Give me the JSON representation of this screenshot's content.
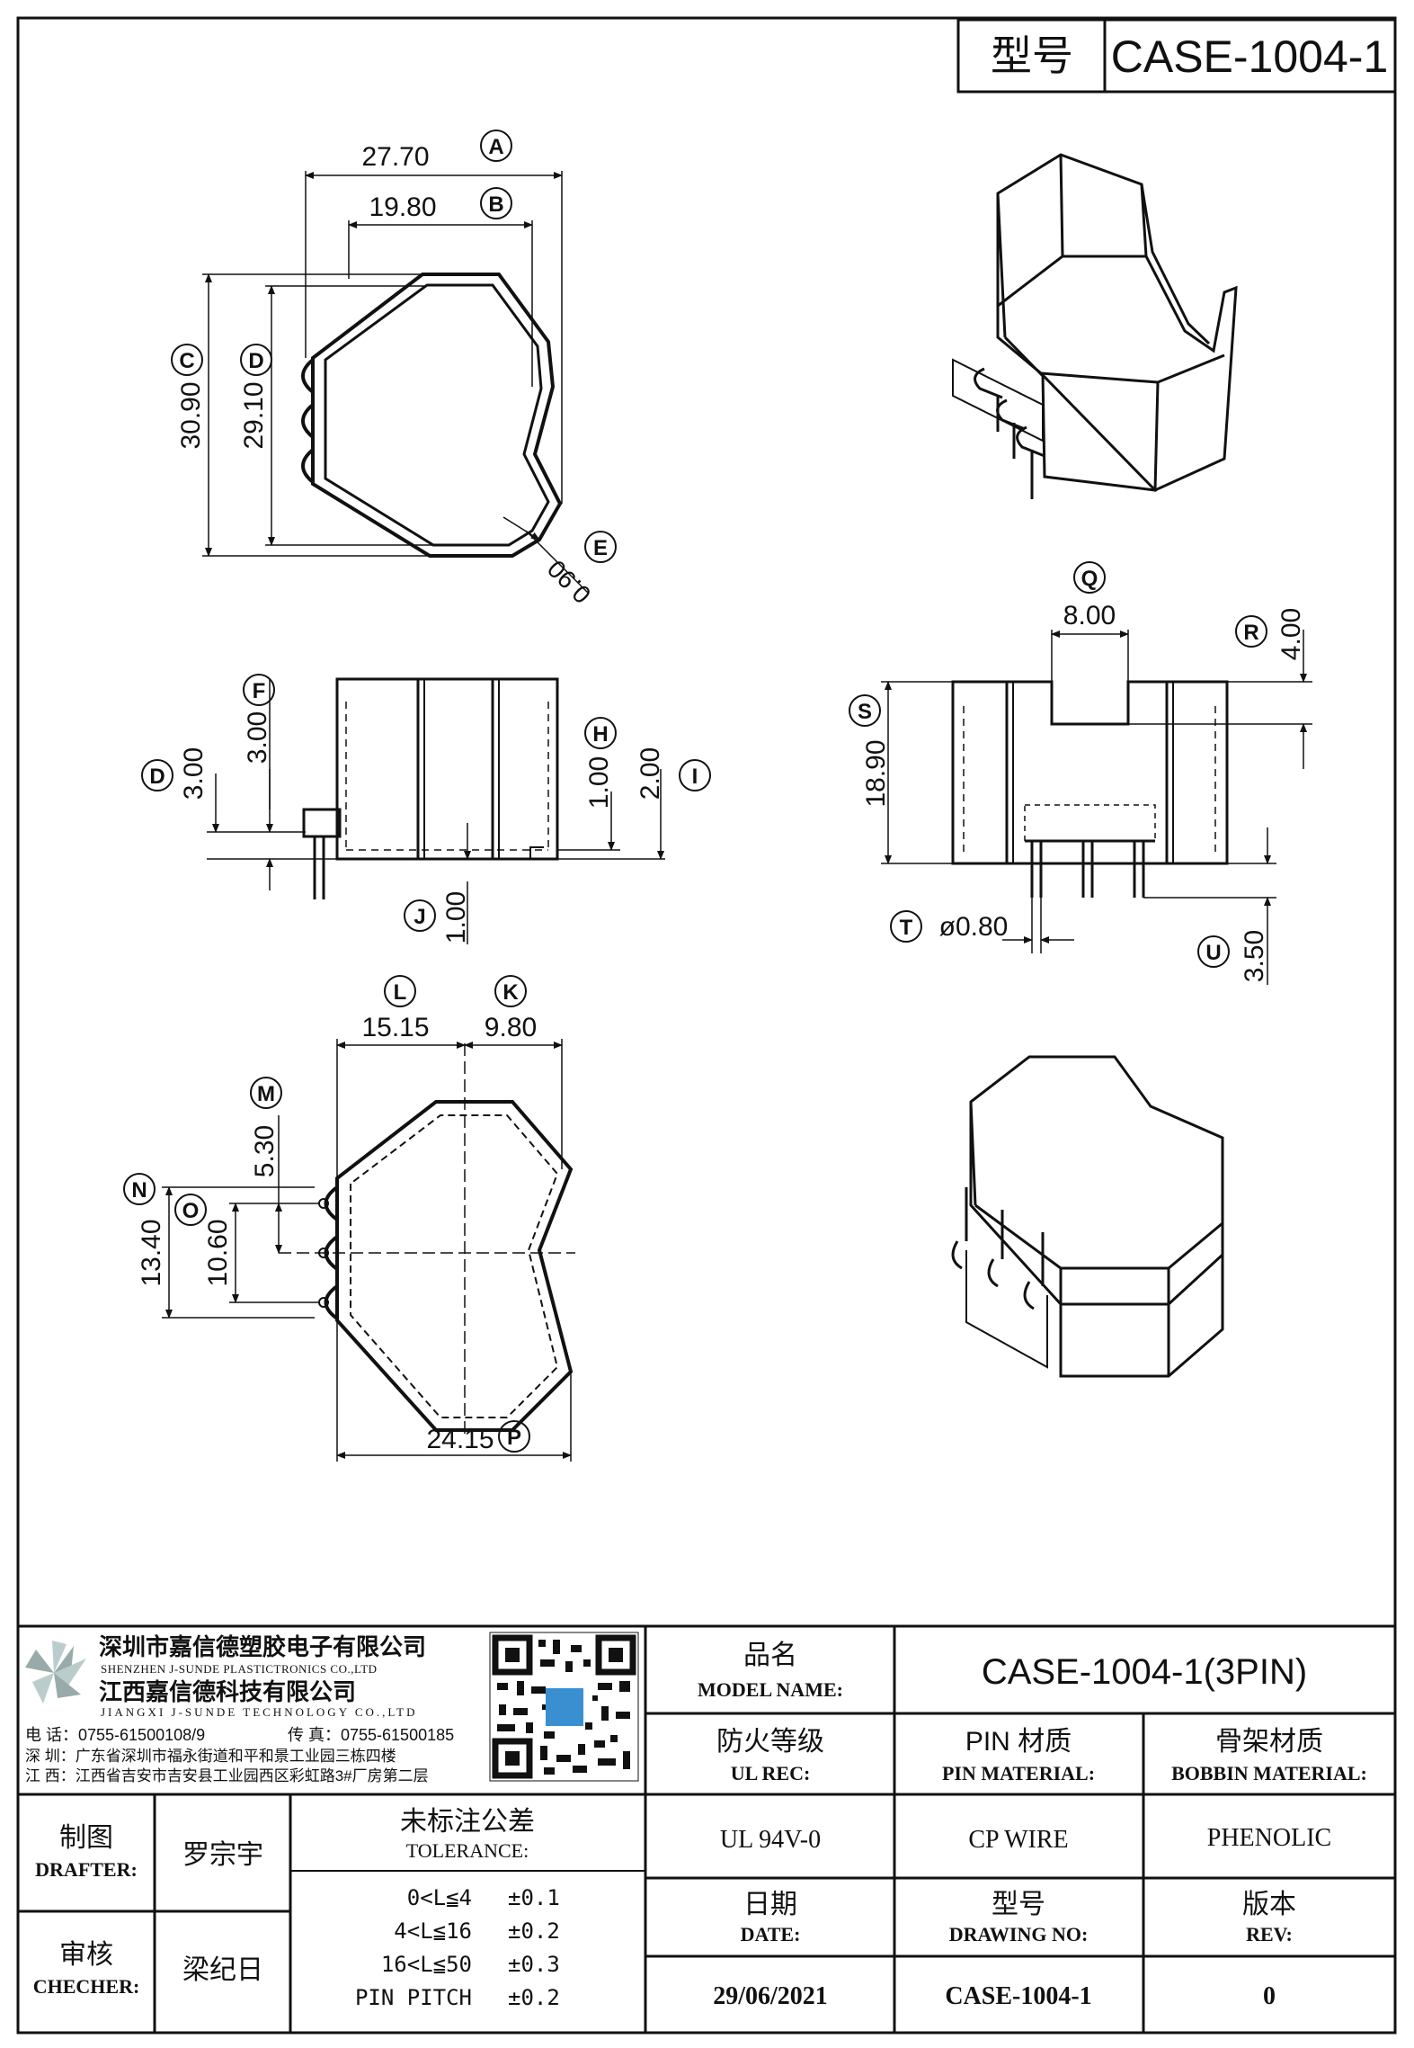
{
  "header": {
    "model_label": "型号",
    "model_value": "CASE-1004-1"
  },
  "dims": {
    "A": "27.70",
    "B": "19.80",
    "C": "30.90",
    "D": "29.10",
    "E": "0.90",
    "F": "3.00",
    "D2": "3.00",
    "H": "1.00",
    "I": "2.00",
    "J": "1.00",
    "Q": "8.00",
    "R": "4.00",
    "S": "18.90",
    "T": "ø0.80",
    "U": "3.50",
    "L": "15.15",
    "K": "9.80",
    "M": "5.30",
    "N": "13.40",
    "O": "10.60",
    "P": "24.15"
  },
  "letters": {
    "A": "A",
    "B": "B",
    "C": "C",
    "D": "D",
    "E": "E",
    "F": "F",
    "D2": "D",
    "H": "H",
    "I": "I",
    "J": "J",
    "Q": "Q",
    "R": "R",
    "S": "S",
    "T": "T",
    "U": "U",
    "L": "L",
    "K": "K",
    "M": "M",
    "N": "N",
    "O": "O",
    "P": "P"
  },
  "company": {
    "name_cn_1": "深圳市嘉信德塑胶电子有限公司",
    "name_en_1": "SHENZHEN J-SUNDE PLASTICTRONICS CO.,LTD",
    "name_cn_2": "江西嘉信德科技有限公司",
    "name_en_2": "JIANGXI J-SUNDE TECHNOLOGY CO.,LTD",
    "phone": "电 话：0755-61500108/9",
    "fax": "传 真：0755-61500185",
    "addr1": "深 圳：广东省深圳市福永街道和平和景工业园三栋四楼",
    "addr2": "江 西：江西省吉安市吉安县工业园西区彩虹路3#厂房第二层"
  },
  "title_block": {
    "model_name_cn": "品名",
    "model_name_en": "MODEL NAME:",
    "model_name_value": "CASE-1004-1(3PIN)",
    "ul_cn": "防火等级",
    "ul_en": "UL REC:",
    "ul_value": "UL 94V-0",
    "pin_cn": "PIN 材质",
    "pin_en": "PIN MATERIAL:",
    "pin_value": "CP WIRE",
    "bobbin_cn": "骨架材质",
    "bobbin_en": "BOBBIN MATERIAL:",
    "bobbin_value": "PHENOLIC",
    "drafter_cn": "制图",
    "drafter_en": "DRAFTER:",
    "drafter_name": "罗宗宇",
    "checker_cn": "审核",
    "checker_en": "CHECHER:",
    "checker_name": "梁纪日",
    "tol_cn": "未标注公差",
    "tol_en": "TOLERANCE:",
    "tolerances": [
      {
        "range": "0<L≦4",
        "value": "±0.1"
      },
      {
        "range": "4<L≦16",
        "value": "±0.2"
      },
      {
        "range": "16<L≦50",
        "value": "±0.3"
      },
      {
        "range": "PIN PITCH",
        "value": "±0.2"
      }
    ],
    "date_cn": "日期",
    "date_en": "DATE:",
    "date_value": "29/06/2021",
    "dwg_cn": "型号",
    "dwg_en": "DRAWING NO:",
    "dwg_value": "CASE-1004-1",
    "rev_cn": "版本",
    "rev_en": "REV:",
    "rev_value": "0"
  }
}
